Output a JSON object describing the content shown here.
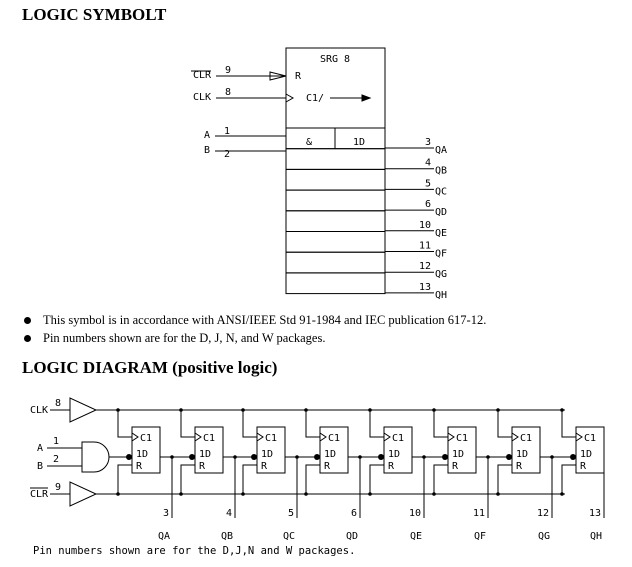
{
  "headings": {
    "symbol": "LOGIC SYMBOLT",
    "diagram": "LOGIC DIAGRAM (positive logic)"
  },
  "notes": [
    "This symbol is in accordance with ANSI/IEEE Std 91-1984 and IEC publication 617-12.",
    "Pin numbers shown are for the D, J, N, and W packages."
  ],
  "symbol": {
    "title": "SRG 8",
    "reset": "R",
    "clock": "C1/",
    "and": "&",
    "d": "1D",
    "inputs": [
      {
        "name": "CLR",
        "pin": "9"
      },
      {
        "name": "CLK",
        "pin": "8"
      },
      {
        "name": "A",
        "pin": "1"
      },
      {
        "name": "B",
        "pin": "2"
      }
    ],
    "outputs": [
      {
        "name": "QA",
        "pin": "3"
      },
      {
        "name": "QB",
        "pin": "4"
      },
      {
        "name": "QC",
        "pin": "5"
      },
      {
        "name": "QD",
        "pin": "6"
      },
      {
        "name": "QE",
        "pin": "10"
      },
      {
        "name": "QF",
        "pin": "11"
      },
      {
        "name": "QG",
        "pin": "12"
      },
      {
        "name": "QH",
        "pin": "13"
      }
    ]
  },
  "diagram": {
    "inputs": [
      {
        "name": "CLK",
        "pin": "8"
      },
      {
        "name": "A",
        "pin": "1"
      },
      {
        "name": "B",
        "pin": "2"
      },
      {
        "name": "CLR",
        "pin": "9"
      }
    ],
    "ff_labels": {
      "clock": "C1",
      "d": "1D",
      "reset": "R"
    },
    "outputs": [
      {
        "name": "QA",
        "pin": "3"
      },
      {
        "name": "QB",
        "pin": "4"
      },
      {
        "name": "QC",
        "pin": "5"
      },
      {
        "name": "QD",
        "pin": "6"
      },
      {
        "name": "QE",
        "pin": "10"
      },
      {
        "name": "QF",
        "pin": "11"
      },
      {
        "name": "QG",
        "pin": "12"
      },
      {
        "name": "QH",
        "pin": "13"
      }
    ],
    "caption": "Pin numbers shown are for the D,J,N and W packages."
  }
}
